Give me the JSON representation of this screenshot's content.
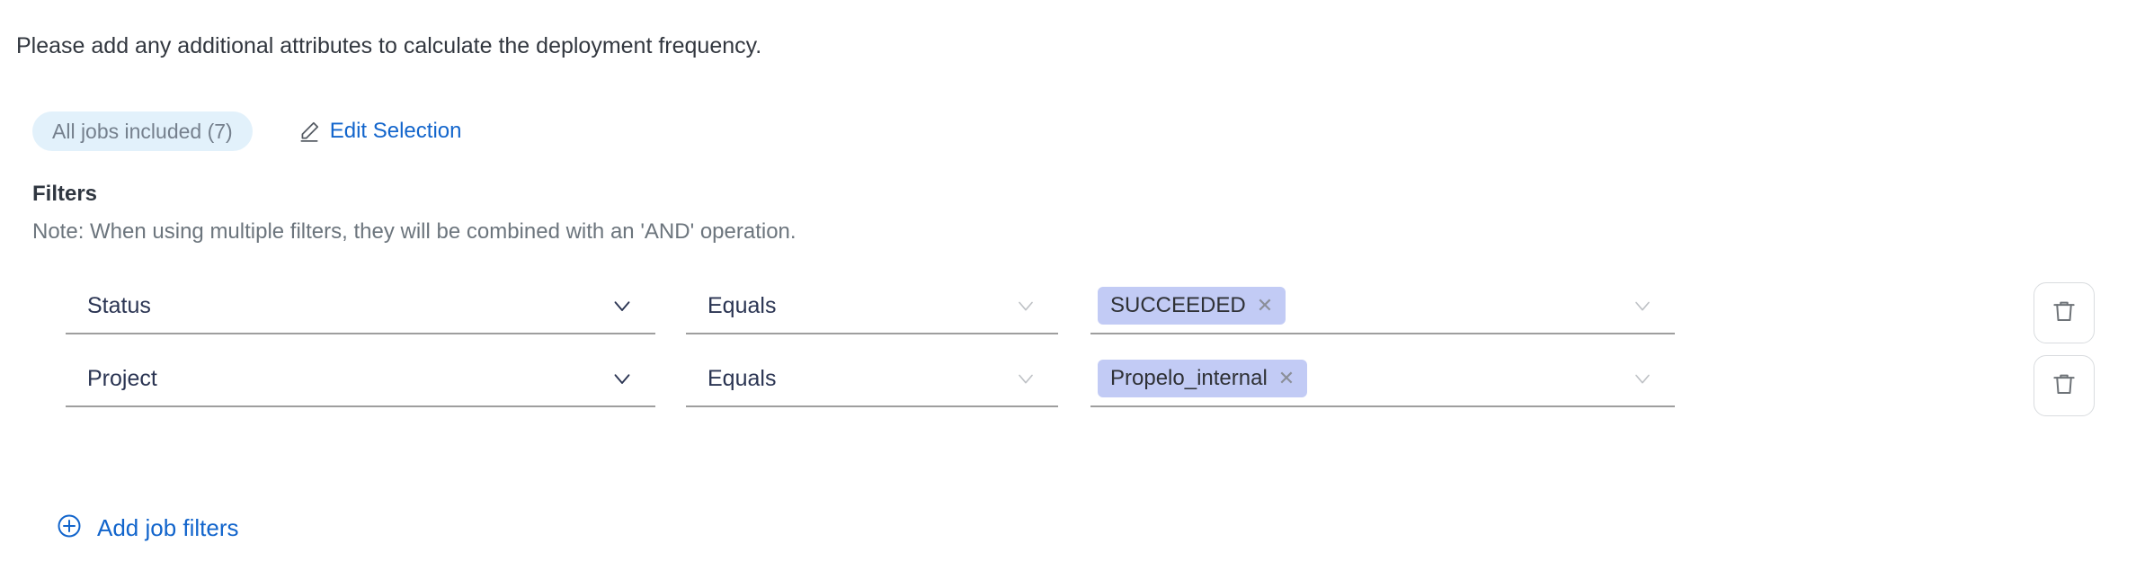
{
  "intro": {
    "text": "Please add any additional attributes to calculate the deployment frequency."
  },
  "selection": {
    "jobs_pill_label": "All jobs included (7)",
    "edit_label": "Edit Selection",
    "edit_icon": "pencil-icon"
  },
  "filters": {
    "heading": "Filters",
    "note": "Note: When using multiple filters, they will be combined with an 'AND' operation.",
    "add_label": "Add job filters",
    "add_icon": "circle-plus-icon",
    "delete_icon": "trash-icon",
    "caret_icon": "chevron-down-icon",
    "chip_remove_icon": "close-icon",
    "rows": [
      {
        "attribute": "Status",
        "operator": "Equals",
        "values": [
          "SUCCEEDED"
        ]
      },
      {
        "attribute": "Project",
        "operator": "Equals",
        "values": [
          "Propelo_internal"
        ]
      }
    ]
  },
  "colors": {
    "link": "#1265cc",
    "pill_bg": "#e2f1fb",
    "pill_text": "#75808d",
    "chip_bg": "#c2cbf5",
    "chip_text": "#2f3136",
    "field_text": "#2b3553",
    "underline": "#9e9e9e",
    "note_text": "#6c757d"
  }
}
